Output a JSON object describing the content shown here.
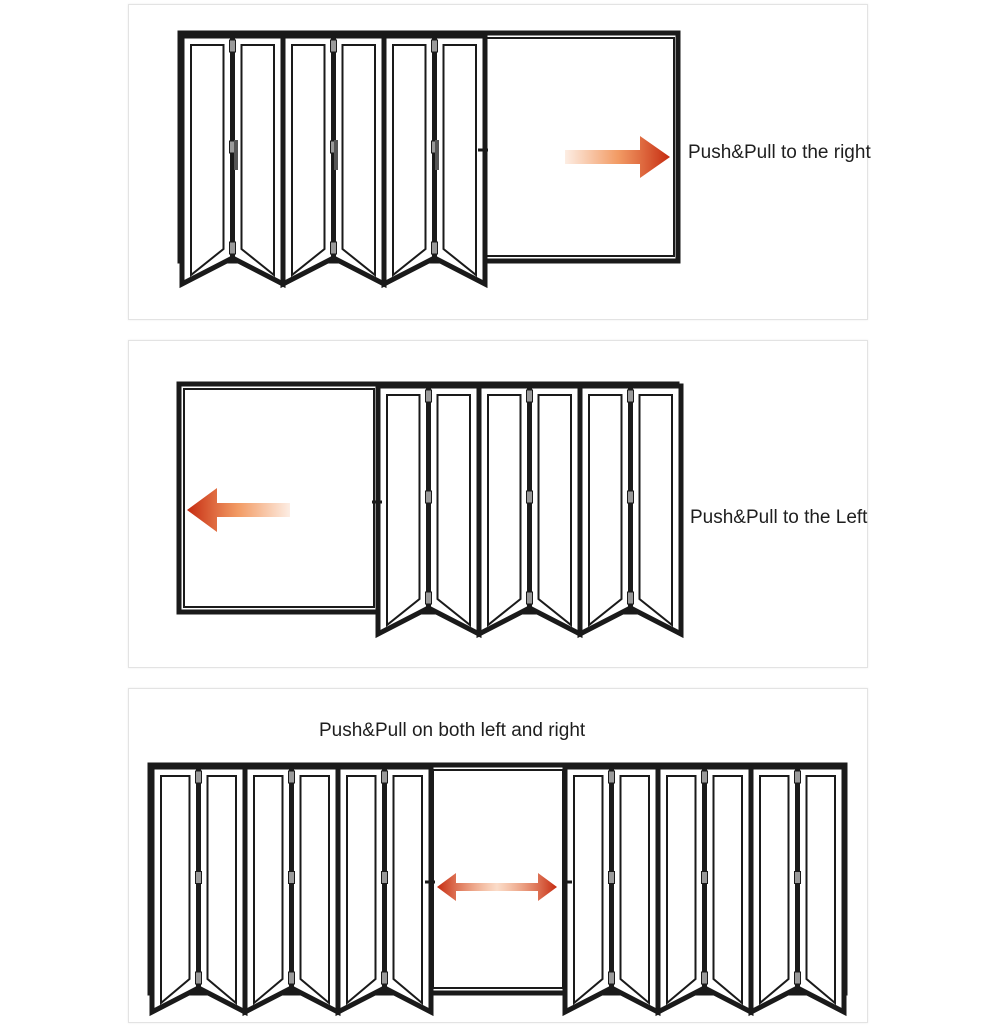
{
  "diagrams": [
    {
      "caption": "Push&Pull to the right"
    },
    {
      "caption": "Push&Pull to the Left"
    },
    {
      "caption": "Push&Pull on both left and right"
    }
  ],
  "colors": {
    "frame": "#1a1a1a",
    "arrow_dark": "#c52a10",
    "arrow_light": "#f08a4a"
  },
  "icons": [
    "arrow-right-icon",
    "arrow-left-icon",
    "double-arrow-icon"
  ]
}
